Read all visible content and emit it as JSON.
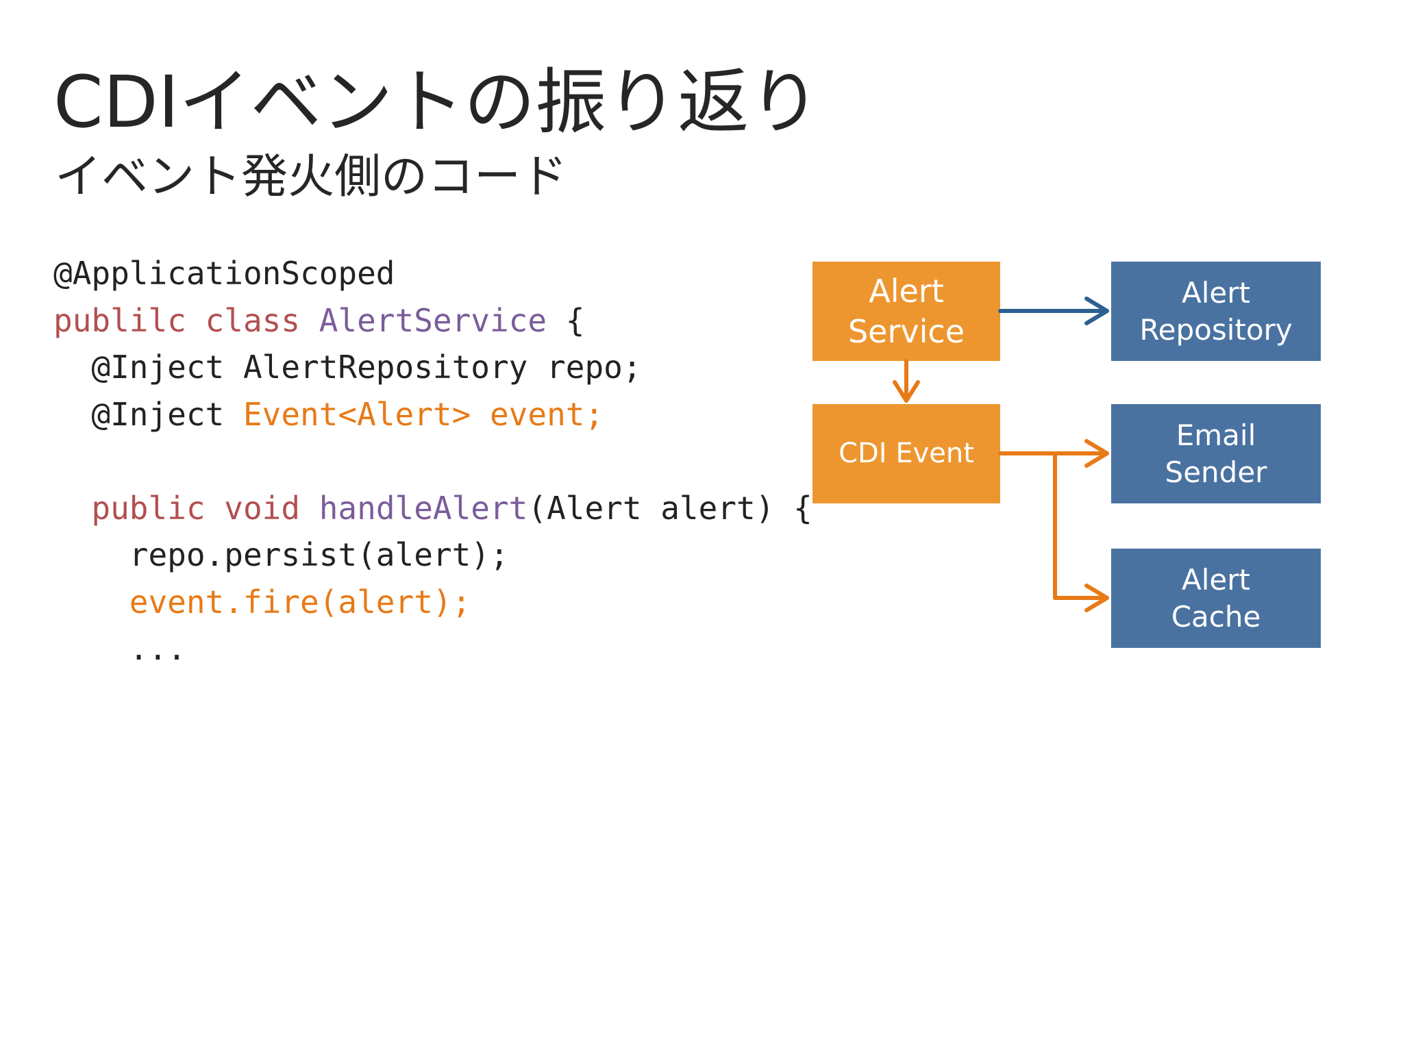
{
  "title": "CDIイベントの振り返り",
  "subtitle": "イベント発火側のコード",
  "code": {
    "l1": "@ApplicationScoped",
    "l2_kw": "publilc class ",
    "l2_cls": "AlertService",
    "l2_rest": " {",
    "l3": "  @Inject AlertRepository repo;",
    "l4_a": "  @Inject ",
    "l4_b": "Event<Alert> event;",
    "l6_indent": "  ",
    "l6_kw": "public void ",
    "l6_fn": "handleAlert",
    "l6_rest": "(Alert alert) {",
    "l7": "    repo.persist(alert);",
    "l8_indent": "    ",
    "l8_hl": "event.fire(alert);",
    "l9": "    ..."
  },
  "diagram": {
    "alert_service": "Alert\nService",
    "cdi_event": "CDI Event",
    "alert_repository": "Alert\nRepository",
    "email_sender": "Email\nSender",
    "alert_cache": "Alert\nCache"
  },
  "colors": {
    "orange": "#ed962f",
    "blue": "#4a72a1",
    "arrow_orange": "#e87a17",
    "arrow_blue": "#2e5f92"
  }
}
